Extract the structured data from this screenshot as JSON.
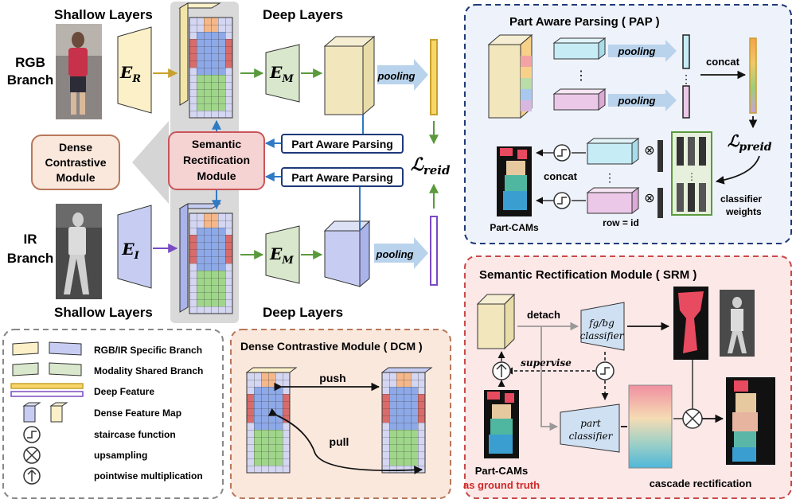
{
  "main": {
    "shallow_top": "Shallow Layers",
    "deep_top": "Deep Layers",
    "shallow_bottom": "Shallow Layers",
    "deep_bottom": "Deep Layers",
    "rgb_branch": [
      "RGB",
      "Branch"
    ],
    "ir_branch": [
      "IR",
      "Branch"
    ],
    "er": "E",
    "er_sub": "R",
    "ei": "E",
    "ei_sub": "I",
    "em": "E",
    "em_sub": "M",
    "pooling": "pooling",
    "srm": [
      "Semantic",
      "Rectification",
      "Module"
    ],
    "dcm": [
      "Dense",
      "Contrastive",
      "Module"
    ],
    "pap": "Part Aware Parsing",
    "lreid": "ℒ",
    "lreid_sub": "reid"
  },
  "pap_panel": {
    "title": "Part Aware Parsing ( PAP )",
    "pooling": "pooling",
    "concat": "concat",
    "concat2": "concat",
    "dots": "⋮",
    "lpreid": "ℒ",
    "lpreid_sub": "preid",
    "part_cams": "Part-CAMs",
    "row_id": "row = id",
    "classifier": [
      "classifier",
      "weights"
    ]
  },
  "srm_panel": {
    "title": "Semantic Rectification Module ( SRM )",
    "detach": "detach",
    "supervise": "supervise",
    "fgbg": [
      "fg/bg",
      "classifier"
    ],
    "part_cls": [
      "part",
      "classifier"
    ],
    "part_cams": "Part-CAMs",
    "ground_truth": "as ground truth",
    "cascade": "cascade rectification"
  },
  "dcm_panel": {
    "title": "Dense Contrastive Module ( DCM )",
    "push": "push",
    "pull": "pull"
  },
  "legend": {
    "items": [
      "RGB/IR Specific Branch",
      "Modality Shared Branch",
      "Deep Feature",
      "Dense Feature Map",
      "staircase function",
      "upsampling",
      "pointwise multiplication"
    ]
  },
  "colors": {
    "rgb": "#fbf0c8",
    "ir": "#c7cdf2",
    "shared": "#d9e7cc",
    "srm_fill": "#f6d3d3",
    "srm_stroke": "#c8555a",
    "dcm_fill": "#fbe8dd",
    "dcm_stroke": "#b8785a",
    "pap_stroke": "#1f3a7a",
    "red_panel": "#c84a4a",
    "arrow_green": "#5a9a3c",
    "arrow_blue": "#2f7ac4",
    "arrow_gold": "#c9a02c",
    "arrow_purple": "#7a4ac4"
  }
}
